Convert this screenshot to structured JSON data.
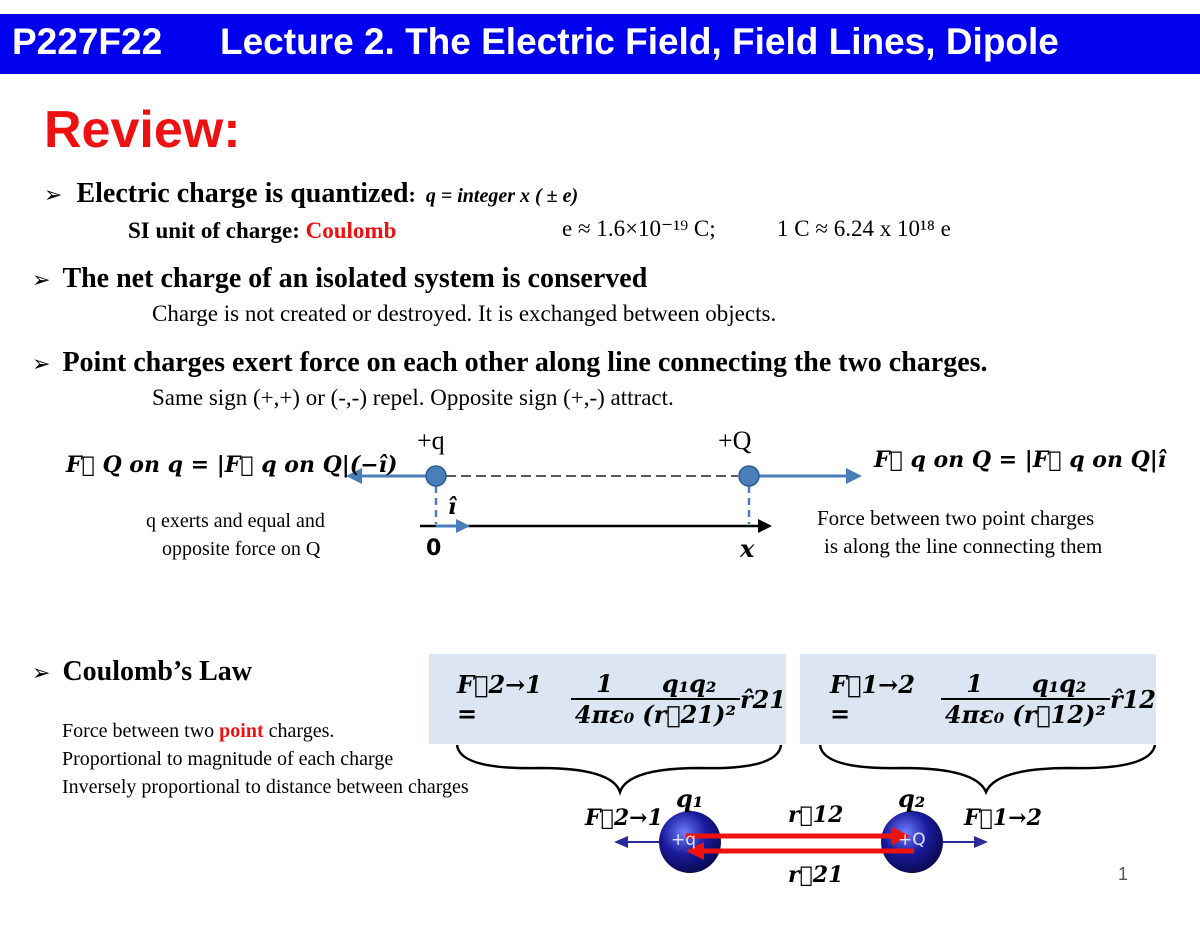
{
  "header": {
    "course": "P227F22",
    "title": "Lecture 2. The Electric Field, Field Lines, Dipole"
  },
  "review": "Review:",
  "bullets": {
    "quantized": {
      "heading": "Electric charge is quantized",
      "colon": ":",
      "formula": "q = integer x ( ± e)",
      "si_label": "SI unit of charge:",
      "si_value": "Coulomb",
      "e_value": "e ≈ 1.6×10⁻¹⁹ C;",
      "coulomb_value": "1 C ≈ 6.24 x 10¹⁸ e"
    },
    "conserved": {
      "heading": "The net charge of an isolated system is conserved",
      "text": "Charge is not created or destroyed. It is exchanged between objects."
    },
    "point_force": {
      "heading": "Point charges exert force on each other along line connecting the two charges.",
      "text": "Same sign (+,+) or (-,-) repel.  Opposite sign (+,-) attract."
    },
    "coulomb": {
      "heading": "Coulomb’s Law",
      "line1_pre": "Force between two ",
      "line1_red": "point",
      "line1_post": " charges.",
      "line2": "Proportional to magnitude of each charge",
      "line3": "Inversely proportional to distance between charges"
    }
  },
  "diagram1": {
    "charge_q": "+q",
    "charge_Q": "+Q",
    "force_left": "F⃗ Q on q = |F⃗ q on Q|(−î)",
    "force_right": "F⃗ q on Q = |F⃗ q on Q|î",
    "unit_vector": "î",
    "origin": "0",
    "axis": "x",
    "note_left_1": "q exerts and equal and",
    "note_left_2": "opposite force on Q",
    "note_right_1": "Force between two point charges",
    "note_right_2": "is along the line connecting them"
  },
  "equations": {
    "left_lhs": "F⃗2→1 =",
    "left_num1": "1",
    "left_den1": "4πε₀",
    "left_num2": "q₁q₂",
    "left_den2": "(r⃗21)²",
    "left_tail": "r̂21",
    "right_lhs": "F⃗1→2 =",
    "right_num1": "1",
    "right_den1": "4πε₀",
    "right_num2": "q₁q₂",
    "right_den2": "(r⃗12)²",
    "right_tail": "r̂12"
  },
  "diagram2": {
    "q1": "q₁",
    "q2": "q₂",
    "f21": "F⃗2→1",
    "f12": "F⃗1→2",
    "r12": "r⃗12",
    "r21": "r⃗21",
    "ball1_label": "+q",
    "ball2_label": "+Q"
  },
  "page_number": "1",
  "colors": {
    "title_bar": "#0000ee",
    "accent_red": "#ee1111",
    "arrow_blue": "#4a7ebb",
    "eq_box": "#dce6f2",
    "ball": "#1a1a9c"
  }
}
